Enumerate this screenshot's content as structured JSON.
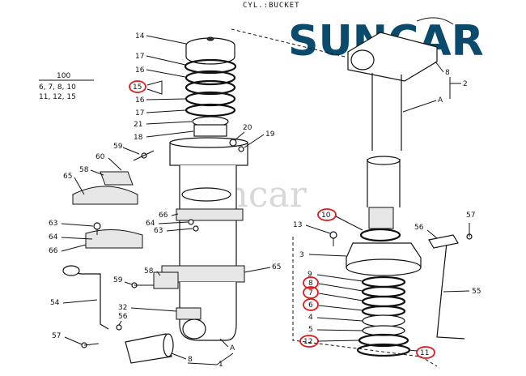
{
  "title": "CYL.:BUCKET",
  "brand": {
    "logo_text": "SUNCAR",
    "watermark_text": "Suncar",
    "color": "#0a4a6c"
  },
  "kit_note": {
    "line1": "100",
    "line2": "6, 7, 8, 10",
    "line3": "11, 12, 15"
  },
  "highlight_color": "#e0191b",
  "callouts": {
    "c1": "1",
    "c2": "2",
    "c3": "3",
    "c4": "4",
    "c5": "5",
    "c6": "6",
    "c7": "7",
    "c8": "8",
    "c9": "9",
    "c10": "10",
    "c11": "11",
    "c12": "12",
    "c13": "13",
    "c14": "14",
    "c15": "15",
    "c16": "16",
    "c17": "17",
    "c18": "18",
    "c19": "19",
    "c20": "20",
    "c21": "21",
    "c32": "32",
    "c54": "54",
    "c55": "55",
    "c56": "56",
    "c57": "57",
    "c58": "58",
    "c59": "59",
    "c60": "60",
    "c63": "63",
    "c64": "64",
    "c65": "65",
    "c66": "66",
    "cA": "A"
  }
}
